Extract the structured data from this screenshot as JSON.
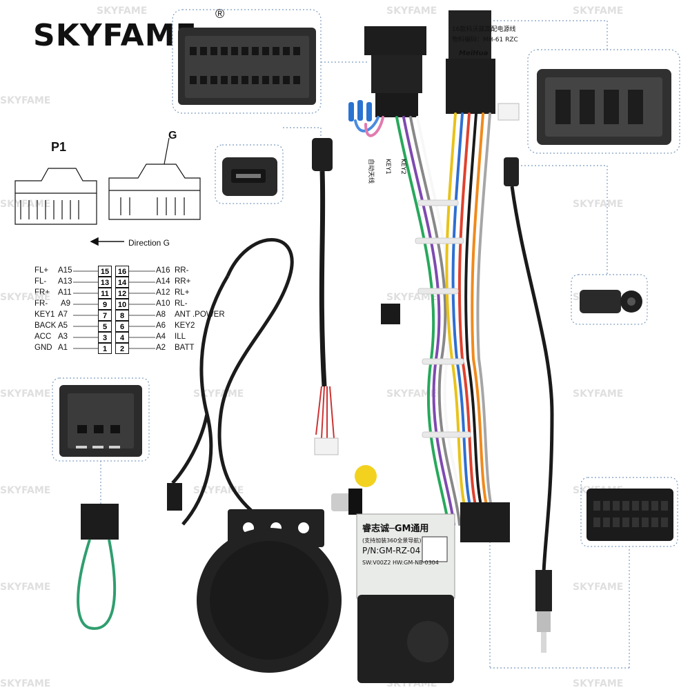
{
  "brand": {
    "name": "SKYFAME",
    "registered": "®",
    "watermark": "SKYFAME"
  },
  "diagram": {
    "p1_label": "P1",
    "g_label": "G",
    "direction_label": "Direction G",
    "pins_left": [
      {
        "name": "FL+",
        "code": "A15",
        "num": "15"
      },
      {
        "name": "FL-",
        "code": "A13",
        "num": "13"
      },
      {
        "name": "FR+",
        "code": "A11",
        "num": "11"
      },
      {
        "name": "FR-",
        "code": "A9",
        "num": "9"
      },
      {
        "name": "KEY1",
        "code": "A7",
        "num": "7"
      },
      {
        "name": "BACK",
        "code": "A5",
        "num": "5"
      },
      {
        "name": "ACC",
        "code": "A3",
        "num": "3"
      },
      {
        "name": "GND",
        "code": "A1",
        "num": "1"
      }
    ],
    "pins_right": [
      {
        "name": "RR-",
        "code": "A16",
        "num": "16"
      },
      {
        "name": "RR+",
        "code": "A14",
        "num": "14"
      },
      {
        "name": "RL+",
        "code": "A12",
        "num": "12"
      },
      {
        "name": "RL-",
        "code": "A10",
        "num": "10"
      },
      {
        "name": "ANT .POWER",
        "code": "A8",
        "num": "8"
      },
      {
        "name": "KEY2",
        "code": "A6",
        "num": "6"
      },
      {
        "name": "ILL",
        "code": "A4",
        "num": "4"
      },
      {
        "name": "BATT",
        "code": "A2",
        "num": "2"
      }
    ]
  },
  "labels": {
    "connector_tag_line1": "16款科沃兹高配电源线",
    "connector_tag_line2": "物料编码：MH-61 RZC",
    "connector_brand": "MeiHua",
    "key1_tag": "KEY1",
    "key2_tag": "KEY2",
    "wire_tag": "自动天线",
    "box_title": "睿志诚─GM通用",
    "box_sub": "(支持加装360全景导航)",
    "box_pn": "P/N:GM-RZ-04",
    "box_sw": "SW:V00Z2 HW:GM-NB-0304"
  }
}
